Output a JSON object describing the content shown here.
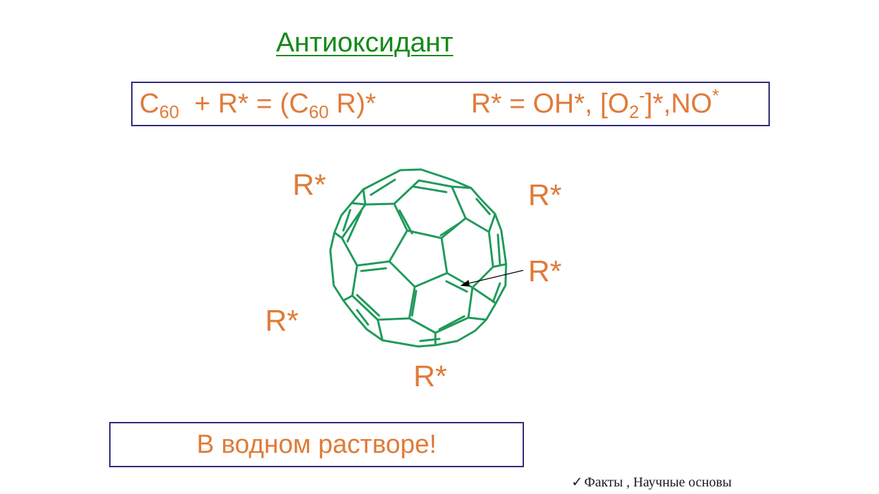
{
  "slide": {
    "title": "Антиоксидант",
    "formula": {
      "c_letter_1": "C",
      "sub_60_1": "60",
      "plus_r": "  + R* = (C",
      "sub_60_2": "60",
      "r_close": " R)*",
      "radical_def": "R* = OH*, [O",
      "sub_2": "2",
      "sup_minus": "-",
      "bracket_star": "]*,NO",
      "sup_star": "*"
    },
    "radicals": {
      "top_left": "R*",
      "top_right": "R*",
      "middle_right": "R*",
      "bottom_left": "R*",
      "bottom": "R*"
    },
    "bottom_box_text": "В водном растворе!",
    "footer": {
      "check": "✓",
      "text": "Факты , Научные основы"
    },
    "colors": {
      "title": "#138a17",
      "formula": "#e07b39",
      "fullerene": "#1f9a5a",
      "box_border": "#2b2a7a"
    }
  }
}
